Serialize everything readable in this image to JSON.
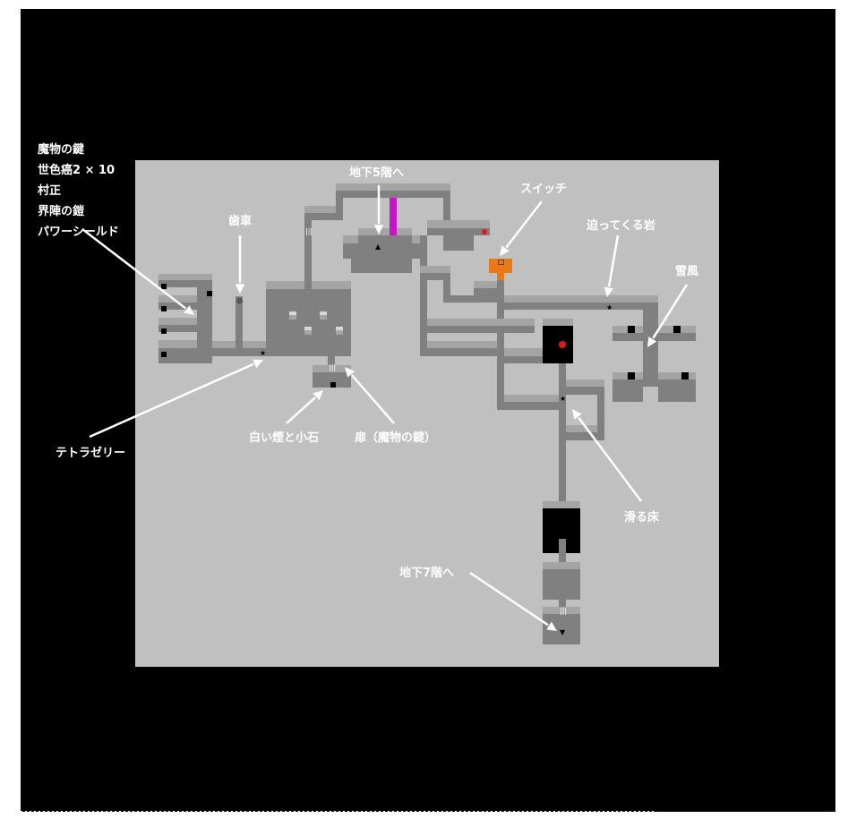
{
  "items_list": [
    "魔物の鍵",
    "世色癌2 × 10",
    "村正",
    "界陣の鎧",
    "パワーシールド"
  ],
  "labels": {
    "gear": "歯車",
    "to_b5": "地下5階へ",
    "switch": "スイッチ",
    "rock": "迫ってくる岩",
    "blizzard": "雪風",
    "tetra_jelly": "テトラゼリー",
    "smoke_pebble": "白い煙と小石",
    "door": "扉（魔物の鍵）",
    "slippery": "滑る床",
    "to_b7": "地下7階へ"
  },
  "colors": {
    "background": "#000000",
    "map_ground": "#c0c0c0",
    "floor": "#808080",
    "wall": "#a4a4a4",
    "switch": "#e87818",
    "barrier": "#c814c8",
    "enemy_dot": "#e01818",
    "label": "#ffffff"
  }
}
